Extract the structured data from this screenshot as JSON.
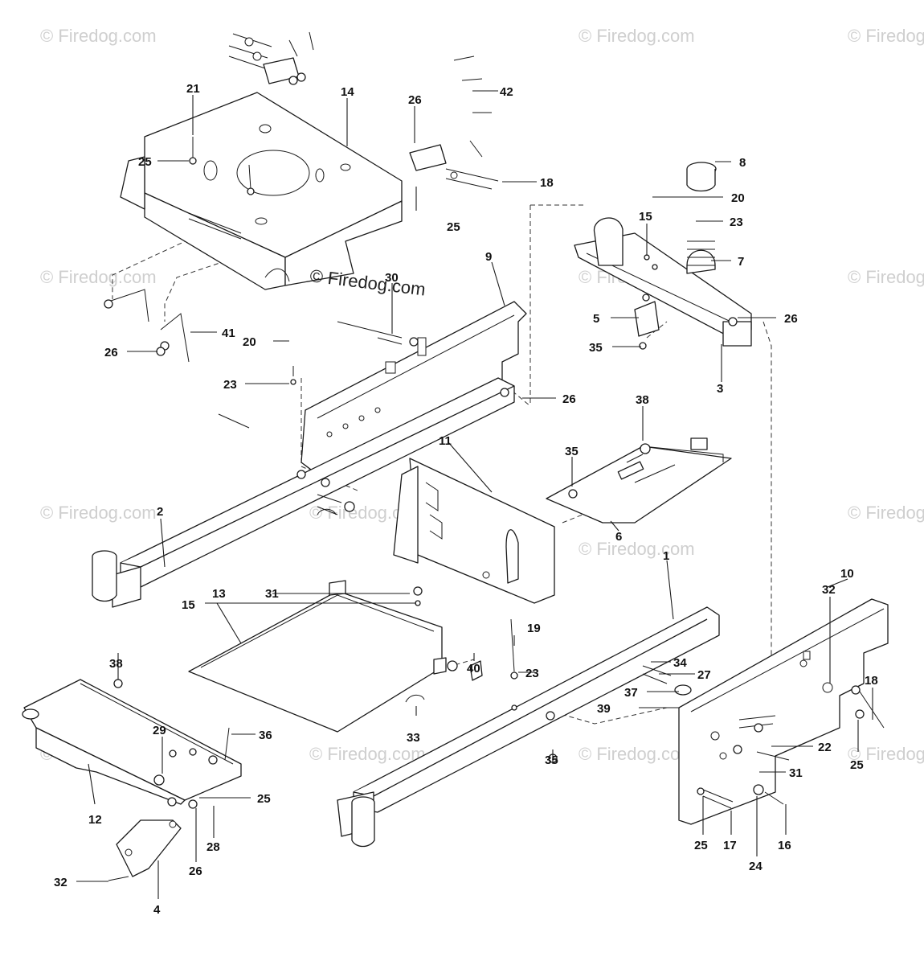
{
  "watermark": {
    "text": "© Firedog.com",
    "center_text": "© Firedog.com"
  },
  "callouts": [
    {
      "id": "c1",
      "label": "1"
    },
    {
      "id": "c2",
      "label": "2"
    },
    {
      "id": "c3",
      "label": "3"
    },
    {
      "id": "c4",
      "label": "4"
    },
    {
      "id": "c5",
      "label": "5"
    },
    {
      "id": "c6",
      "label": "6"
    },
    {
      "id": "c7",
      "label": "7"
    },
    {
      "id": "c8",
      "label": "8"
    },
    {
      "id": "c9",
      "label": "9"
    },
    {
      "id": "c10",
      "label": "10"
    },
    {
      "id": "c11",
      "label": "11"
    },
    {
      "id": "c12",
      "label": "12"
    },
    {
      "id": "c13",
      "label": "13"
    },
    {
      "id": "c14",
      "label": "14"
    },
    {
      "id": "c15a",
      "label": "15"
    },
    {
      "id": "c15b",
      "label": "15"
    },
    {
      "id": "c16",
      "label": "16"
    },
    {
      "id": "c17",
      "label": "17"
    },
    {
      "id": "c18a",
      "label": "18"
    },
    {
      "id": "c18b",
      "label": "18"
    },
    {
      "id": "c19",
      "label": "19"
    },
    {
      "id": "c20a",
      "label": "20"
    },
    {
      "id": "c20b",
      "label": "20"
    },
    {
      "id": "c21",
      "label": "21"
    },
    {
      "id": "c22",
      "label": "22"
    },
    {
      "id": "c23a",
      "label": "23"
    },
    {
      "id": "c23b",
      "label": "23"
    },
    {
      "id": "c23c",
      "label": "23"
    },
    {
      "id": "c24",
      "label": "24"
    },
    {
      "id": "c25a",
      "label": "25"
    },
    {
      "id": "c25b",
      "label": "25"
    },
    {
      "id": "c25c",
      "label": "25"
    },
    {
      "id": "c25d",
      "label": "25"
    },
    {
      "id": "c25e",
      "label": "25"
    },
    {
      "id": "c26a",
      "label": "26"
    },
    {
      "id": "c26b",
      "label": "26"
    },
    {
      "id": "c26c",
      "label": "26"
    },
    {
      "id": "c26d",
      "label": "26"
    },
    {
      "id": "c26e",
      "label": "26"
    },
    {
      "id": "c27",
      "label": "27"
    },
    {
      "id": "c28",
      "label": "28"
    },
    {
      "id": "c29",
      "label": "29"
    },
    {
      "id": "c30",
      "label": "30"
    },
    {
      "id": "c31a",
      "label": "31"
    },
    {
      "id": "c31b",
      "label": "31"
    },
    {
      "id": "c32a",
      "label": "32"
    },
    {
      "id": "c32b",
      "label": "32"
    },
    {
      "id": "c33",
      "label": "33"
    },
    {
      "id": "c34",
      "label": "34"
    },
    {
      "id": "c35a",
      "label": "35"
    },
    {
      "id": "c35b",
      "label": "35"
    },
    {
      "id": "c35c",
      "label": "35"
    },
    {
      "id": "c36",
      "label": "36"
    },
    {
      "id": "c37",
      "label": "37"
    },
    {
      "id": "c38a",
      "label": "38"
    },
    {
      "id": "c38b",
      "label": "38"
    },
    {
      "id": "c39",
      "label": "39"
    },
    {
      "id": "c40",
      "label": "40"
    },
    {
      "id": "c41",
      "label": "41"
    },
    {
      "id": "c42",
      "label": "42"
    }
  ]
}
